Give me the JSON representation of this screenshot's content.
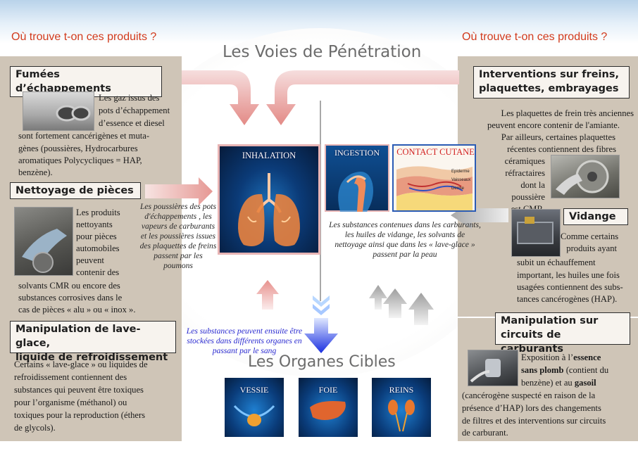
{
  "question_left": "Où trouve t-on ces produits ?",
  "question_right": "Où trouve t-on ces produits ?",
  "main_title": "Les Voies de Pénétration",
  "organs_title": "Les Organes Cibles",
  "routes": {
    "inhalation": "INHALATION",
    "ingestion": "INGESTION",
    "contact": "CONTACT CUTANE",
    "skin_labels": [
      "Epiderme",
      "Vaisseaux",
      "Derme"
    ]
  },
  "organs": {
    "vessie": "VESSIE",
    "foie": "FOIE",
    "reins": "REINS"
  },
  "center_left_text": "Les poussières des pots d'échappements , les vapeurs de carburants et les poussières issues des plaquettes de freins passent par les poumons",
  "center_right_text": "Les substances contenues dans les carburants, les huiles de vidange, les solvants de nettoyage ainsi que dans les « lave-glace » passent par la peau",
  "center_blue_text": "Les substances peuvent ensuite être stockées dans différents organes en passant par le sang",
  "sections": {
    "fumees": {
      "title": "Fumées d’échappements",
      "text_beside": [
        "Les gaz issus des",
        "pots d’échappement",
        "d’essence et diesel"
      ],
      "text_below": [
        "sont fortement cancérigènes et  muta-",
        "gènes (poussières, Hydrocarbures",
        "aromatiques Polycycliques = HAP,",
        "benzène)."
      ]
    },
    "nettoyage": {
      "title": "Nettoyage de pièces",
      "text_beside": [
        "Les produits",
        "nettoyants",
        "pour pièces",
        "automobiles",
        "peuvent",
        "contenir des"
      ],
      "text_below": [
        "solvants CMR ou  encore des",
        "substances corrosives dans le",
        "cas de pièces « alu » ou  « inox »."
      ]
    },
    "lave_glace": {
      "title_lines": [
        "Manipulation de lave-glace,",
        "liquide de refroidissement"
      ],
      "text": [
        "Certains « lave-glace » ou liquides de",
        "refroidissement contiennent des",
        "substances qui peuvent être toxiques",
        "pour l’organisme (méthanol) ou",
        "toxiques pour la reproduction (éthers",
        "de glycols)."
      ]
    },
    "freins": {
      "title_lines": [
        "Interventions sur freins,",
        "plaquettes, embrayages"
      ],
      "text_top": [
        "Les plaquettes de frein très anciennes",
        "peuvent encore contenir de l'amiante.",
        "Par ailleurs, certaines plaquettes",
        "récentes contiennent des fibres"
      ],
      "text_beside": [
        "céramiques",
        "réfractaires",
        "dont la",
        "poussière",
        "est CMR."
      ]
    },
    "vidange": {
      "title": "Vidange",
      "text_beside": [
        "Comme certains",
        "produits ayant",
        "subit un échauffement"
      ],
      "text_below": [
        "important, les huiles une fois",
        "usagées contiennent des subs-",
        "tances cancérogènes (HAP)."
      ]
    },
    "carburants": {
      "title_lines": [
        "Manipulation sur",
        "circuits de carburants"
      ],
      "beside_1": "Exposition à l’",
      "beside_1_bold": "essence",
      "beside_2_bold": "sans plomb",
      "beside_2": " (contient du",
      "beside_3": "benzène) et au ",
      "beside_3_bold": "gasoil",
      "text_below": [
        "(cancérogène suspecté en raison de la",
        "présence d’HAP) lors des changements",
        "de filtres et des interventions sur circuits",
        "de carburant."
      ]
    }
  }
}
